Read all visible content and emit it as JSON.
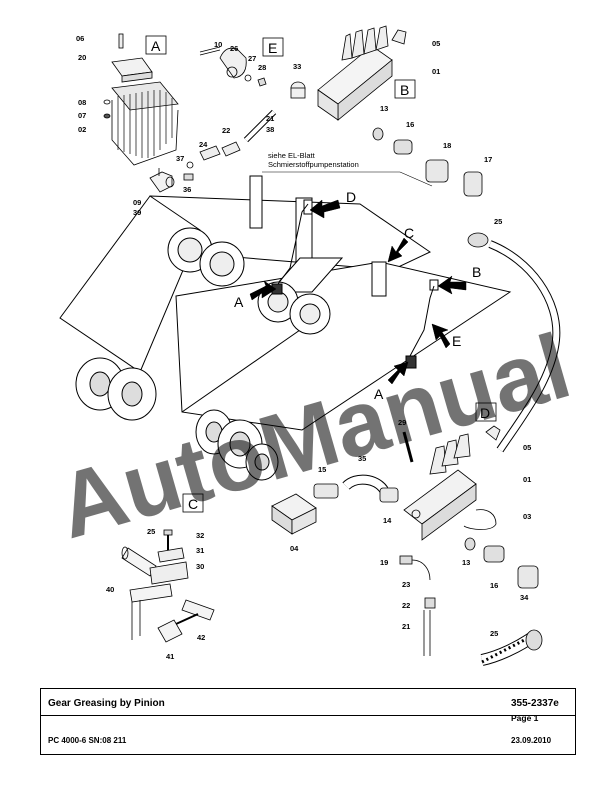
{
  "document": {
    "title": "Gear Greasing by Pinion",
    "doc_number": "355-2337e",
    "page": "Page 1",
    "machine": "PC 4000-6 SN:08 211",
    "date": "23.09.2010"
  },
  "watermark": "AutoManual",
  "note": [
    "siehe EL-Blatt",
    "Schmierstoffpumpenstation"
  ],
  "detail_boxes": {
    "a": "A",
    "b": "B",
    "c": "C",
    "d": "D",
    "e": "E"
  },
  "callouts": {
    "a1": "A",
    "a2": "A",
    "b": "B",
    "c": "C",
    "d": "D",
    "e": "E"
  },
  "labels": {
    "l06a": "06",
    "l20": "20",
    "l08": "08",
    "l07": "07",
    "l02": "02",
    "l09": "09",
    "l39": "39",
    "l37": "37",
    "l36": "36",
    "l24": "24",
    "l22": "22",
    "l21": "21",
    "l38": "38",
    "l10": "10",
    "l26": "26",
    "l27": "27",
    "l28": "28",
    "l33": "33",
    "l05a": "05",
    "l01a": "01",
    "l13a": "13",
    "l16a": "16",
    "l18": "18",
    "l17": "17",
    "l25a": "25",
    "l29": "29",
    "l05b": "05",
    "l01b": "01",
    "l03": "03",
    "l15": "15",
    "l35": "35",
    "l04": "04",
    "l14": "14",
    "l19": "19",
    "l23": "23",
    "l22b": "22",
    "l21b": "21",
    "l13b": "13",
    "l16b": "16",
    "l34": "34",
    "l25b": "25",
    "l25c": "25",
    "l32": "32",
    "l31": "31",
    "l30": "30",
    "l40": "40",
    "l42": "42",
    "l41": "41"
  },
  "colors": {
    "watermark": "#2aa7e0",
    "line": "#000000",
    "background": "#ffffff"
  }
}
